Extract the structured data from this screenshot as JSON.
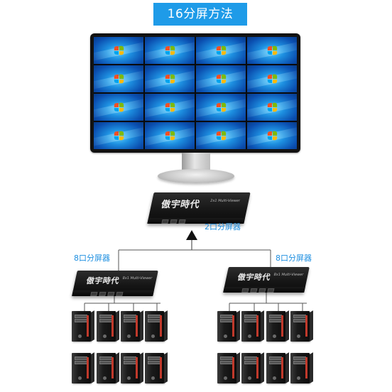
{
  "title": "16分屏方法",
  "monitor": {
    "tiles": 16,
    "rows": 4,
    "cols": 4,
    "tile_icon": "windows-logo-icon"
  },
  "splitters": {
    "main": {
      "brand": "傲宇時代",
      "model": "2x1 Multi-Viewer",
      "label": "2口分屏器"
    },
    "left": {
      "brand": "傲宇時代",
      "model": "8x1 Multi-Viewer",
      "label": "8口分屏器"
    },
    "right": {
      "brand": "傲宇時代",
      "model": "8x1 Multi-Viewer",
      "label": "8口分屏器"
    }
  },
  "computers": {
    "left_group": 8,
    "right_group": 8,
    "icon": "pc-tower-icon"
  },
  "colors": {
    "accent": "#1e9be8",
    "label": "#1e8fe0",
    "line": "#555555"
  }
}
